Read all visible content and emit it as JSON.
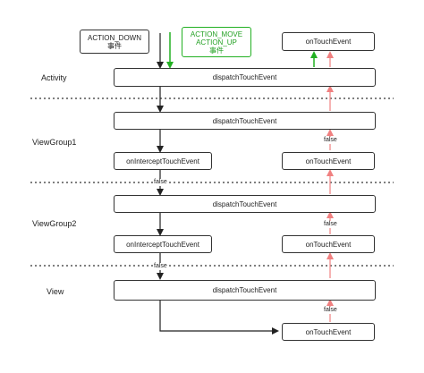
{
  "nodes": {
    "action_down": {
      "line1": "ACTION_DOWN",
      "line2": "事件"
    },
    "action_move_up": {
      "line1": "ACTION_MOVE",
      "line2": "ACTION_UP",
      "line3": "事件"
    },
    "activity_dispatch": "dispatchTouchEvent",
    "activity_on_touch": "onTouchEvent",
    "vg1_dispatch": "dispatchTouchEvent",
    "vg1_intercept": "onInterceptTouchEvent",
    "vg1_on_touch": "onTouchEvent",
    "vg2_dispatch": "dispatchTouchEvent",
    "vg2_intercept": "onInterceptTouchEvent",
    "vg2_on_touch": "onTouchEvent",
    "view_dispatch": "dispatchTouchEvent",
    "view_on_touch": "onTouchEvent"
  },
  "layers": {
    "activity": "Activity",
    "viewgroup1": "ViewGroup1",
    "viewgroup2": "ViewGroup2",
    "view": "View"
  },
  "edge_labels": {
    "vg1_intercept_false": "false",
    "vg2_intercept_false": "false",
    "vg1_return_false": "false",
    "vg2_return_false": "false",
    "view_return_false": "false"
  },
  "colors": {
    "down_flow": "#222222",
    "move_up_flow": "#22b022",
    "return_flow": "#f08080",
    "separator": "#333333"
  }
}
